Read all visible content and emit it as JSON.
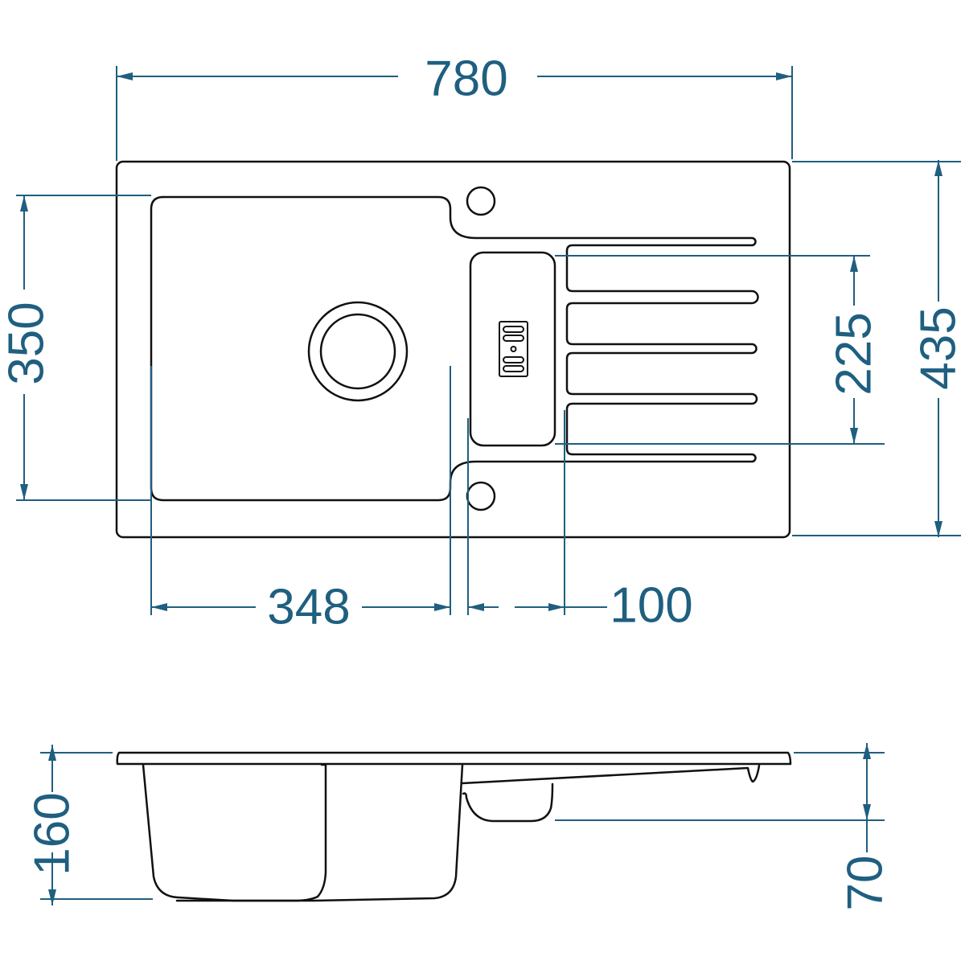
{
  "colors": {
    "dimension": "#1f5f80",
    "outline": "#111111"
  },
  "dimensions": {
    "overall_width": "780",
    "overall_depth": "435",
    "bowl_depth": "350",
    "bowl_width": "348",
    "small_bowl_width": "100",
    "small_bowl_length": "225",
    "bowl_height": "160",
    "small_bowl_height": "70"
  }
}
